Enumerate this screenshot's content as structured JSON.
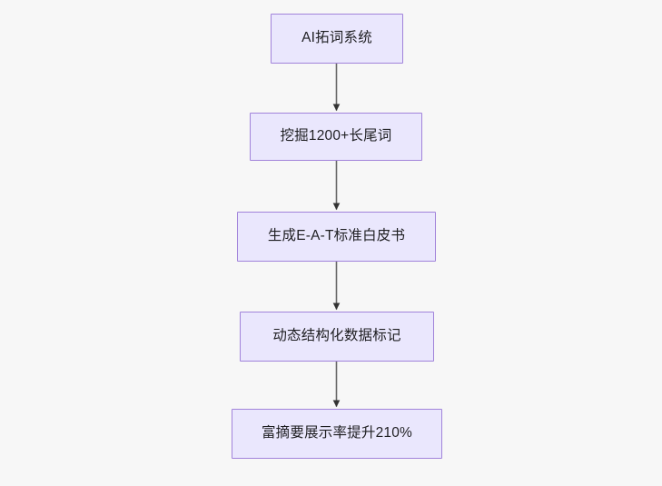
{
  "diagram": {
    "type": "flowchart",
    "direction": "top-to-bottom",
    "background_color": "#f7f7f7",
    "node_fill_color": "#eae7fd",
    "node_border_color": "#a183da",
    "node_text_color": "#1f1f22",
    "edge_color": "#666666",
    "arrowhead_color": "#333333",
    "nodes": [
      {
        "id": "n0",
        "label": "AI拓词系统"
      },
      {
        "id": "n1",
        "label": "挖掘1200+长尾词"
      },
      {
        "id": "n2",
        "label": "生成E-A-T标准白皮书"
      },
      {
        "id": "n3",
        "label": "动态结构化数据标记"
      },
      {
        "id": "n4",
        "label": "富摘要展示率提升210%"
      }
    ],
    "edges": [
      {
        "from": "n0",
        "to": "n1",
        "label": ""
      },
      {
        "from": "n1",
        "to": "n2",
        "label": ""
      },
      {
        "from": "n2",
        "to": "n3",
        "label": ""
      },
      {
        "from": "n3",
        "to": "n4",
        "label": ""
      }
    ]
  }
}
